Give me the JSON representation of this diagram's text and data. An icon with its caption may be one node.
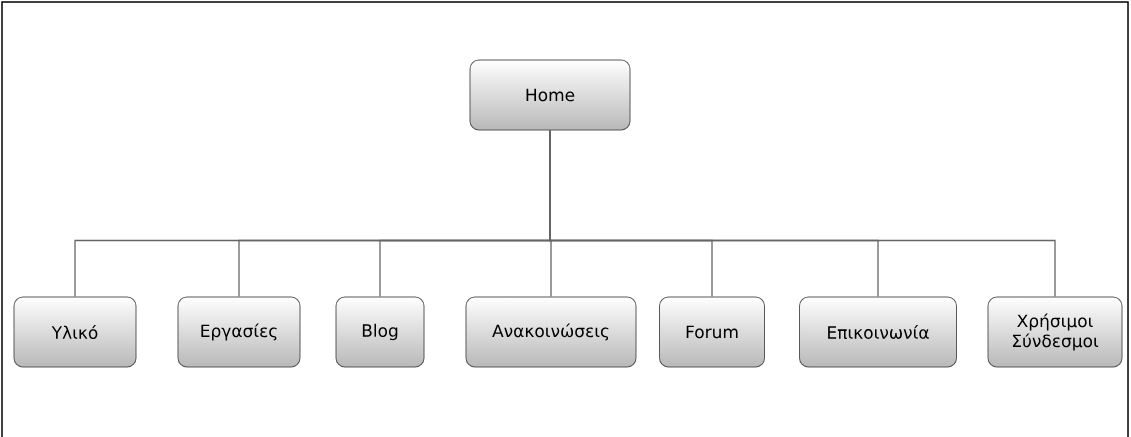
{
  "diagram": {
    "nodes": [
      {
        "text": [
          "Home"
        ]
      },
      {
        "text": [
          "Υλικό"
        ]
      },
      {
        "text": [
          "Εργασίες"
        ]
      },
      {
        "text": [
          "Blog"
        ]
      },
      {
        "text": [
          "Ανακοινώσεις"
        ]
      },
      {
        "text": [
          "Forum"
        ]
      },
      {
        "text": [
          "Επικοινωνία"
        ]
      },
      {
        "text": [
          "Χρήσιμοι Σύνδεσμοι"
        ]
      }
    ],
    "edges": [
      {
        "from": 0,
        "to": 1,
        "arrow": "none"
      },
      {
        "from": 0,
        "to": 2,
        "arrow": "none"
      },
      {
        "from": 0,
        "to": 3,
        "arrow": "none"
      },
      {
        "from": 0,
        "to": 4,
        "arrow": "none"
      },
      {
        "from": 0,
        "to": 5,
        "arrow": "none"
      },
      {
        "from": 0,
        "to": 6,
        "arrow": "none"
      },
      {
        "from": 0,
        "to": 7,
        "arrow": "none"
      }
    ]
  }
}
